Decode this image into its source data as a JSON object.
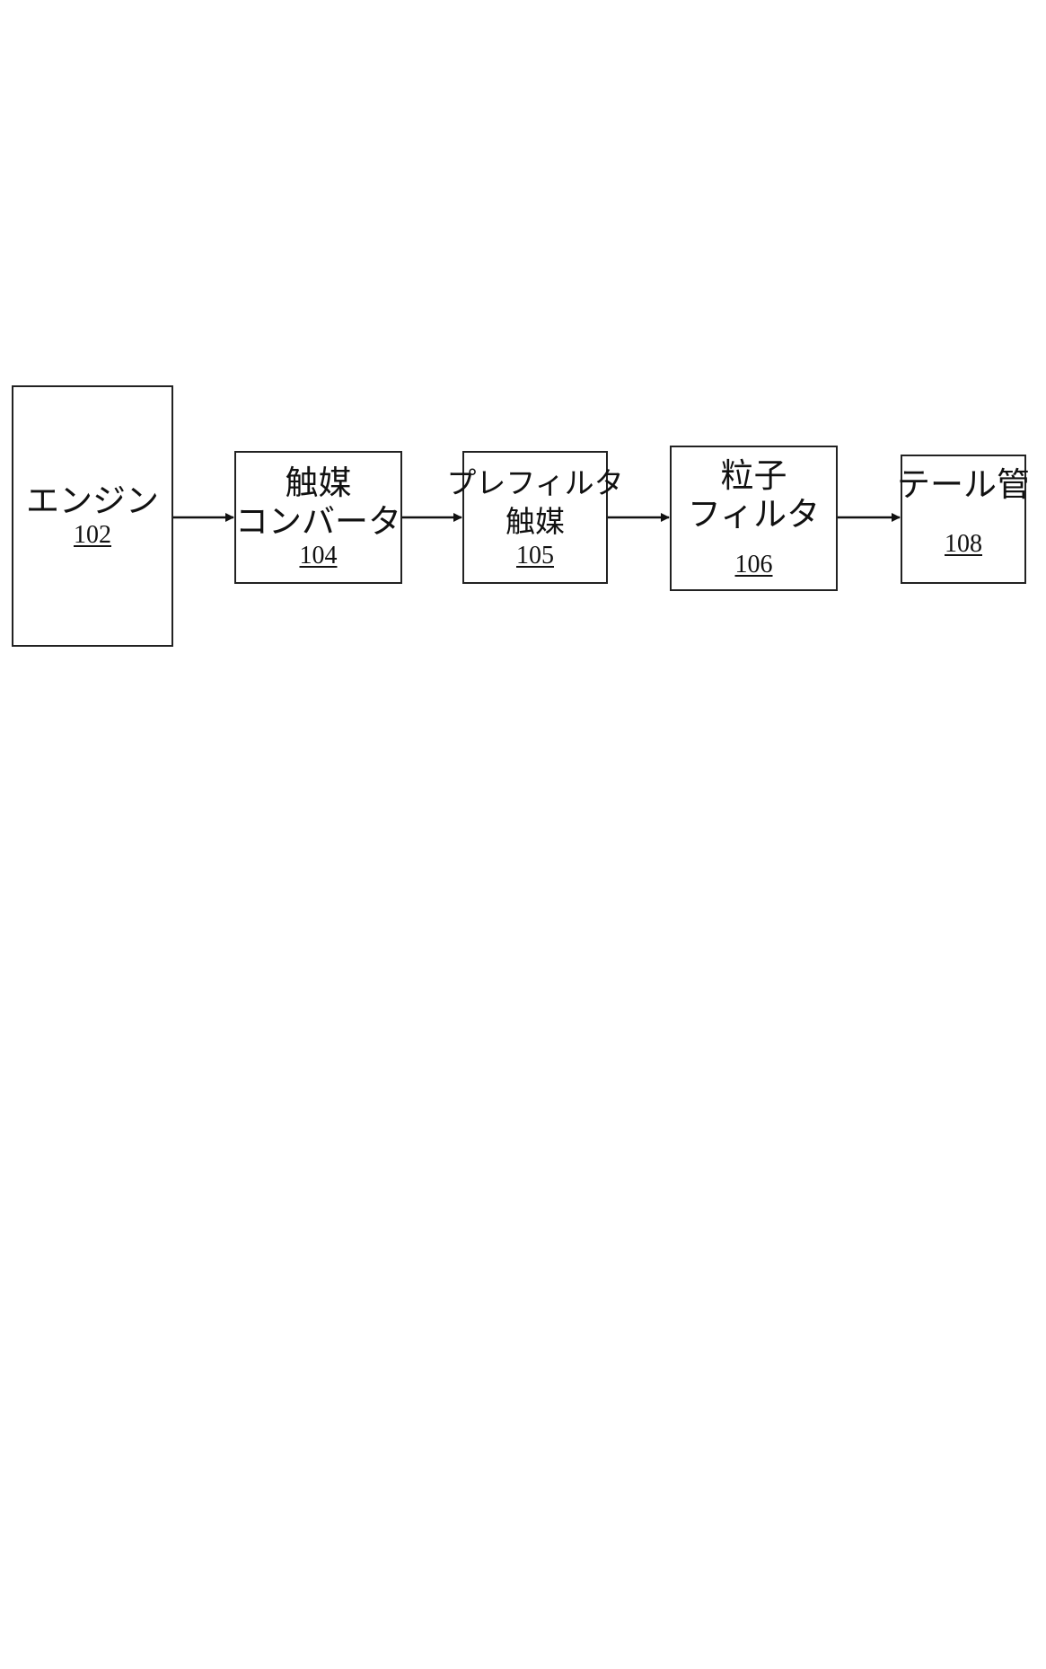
{
  "diagram": {
    "blocks": [
      {
        "id": "engine",
        "lines": [
          "エンジン"
        ],
        "ref": "102"
      },
      {
        "id": "catalytic_converter",
        "lines": [
          "触媒",
          "コンバータ"
        ],
        "ref": "104"
      },
      {
        "id": "prefilter_catalyst",
        "lines": [
          "プレフィルタ",
          "触媒"
        ],
        "ref": "105"
      },
      {
        "id": "particle_filter",
        "lines": [
          "粒子",
          "フィルタ"
        ],
        "ref": "106"
      },
      {
        "id": "tailpipe",
        "lines": [
          "テール管"
        ],
        "ref": "108"
      }
    ],
    "connections": [
      {
        "from": "engine",
        "to": "catalytic_converter"
      },
      {
        "from": "catalytic_converter",
        "to": "prefilter_catalyst"
      },
      {
        "from": "prefilter_catalyst",
        "to": "particle_filter"
      },
      {
        "from": "particle_filter",
        "to": "tailpipe"
      }
    ]
  }
}
